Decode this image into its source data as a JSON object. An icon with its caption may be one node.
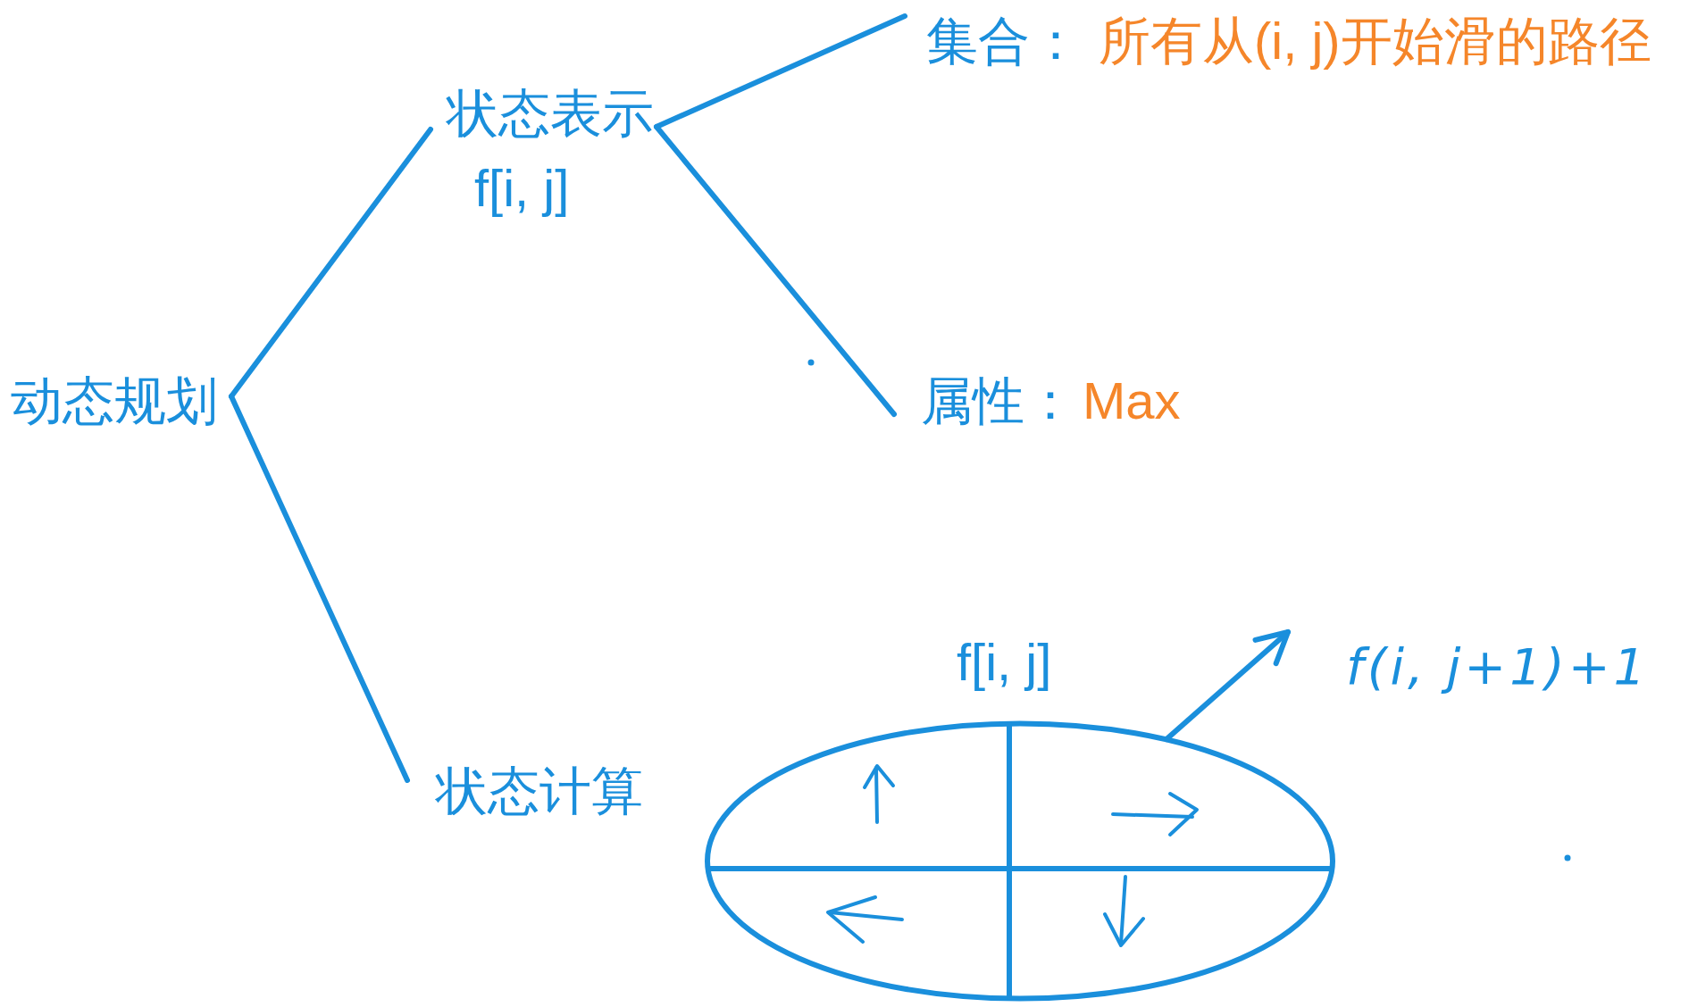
{
  "diagram": {
    "nodes": [
      {
        "text": [
          "动态规划"
        ]
      },
      {
        "text": [
          "状态表示",
          "f[i, j]"
        ]
      },
      {
        "text": [
          "集合：",
          "所有从(i, j)开始滑的路径"
        ]
      },
      {
        "text": [
          "属性：",
          "Max"
        ]
      },
      {
        "text": [
          "状态计算"
        ]
      },
      {
        "text": [
          "f[i, j]"
        ]
      },
      {
        "text": [
          "f(i, j+1)+1"
        ]
      }
    ],
    "edges": [
      {
        "from": 0,
        "to": 1,
        "arrow": "none"
      },
      {
        "from": 0,
        "to": 4,
        "arrow": "none"
      },
      {
        "from": 1,
        "to": 2,
        "arrow": "none"
      },
      {
        "from": 1,
        "to": 3,
        "arrow": "none"
      },
      {
        "from": 5,
        "to": 6,
        "arrow": "to"
      }
    ]
  }
}
